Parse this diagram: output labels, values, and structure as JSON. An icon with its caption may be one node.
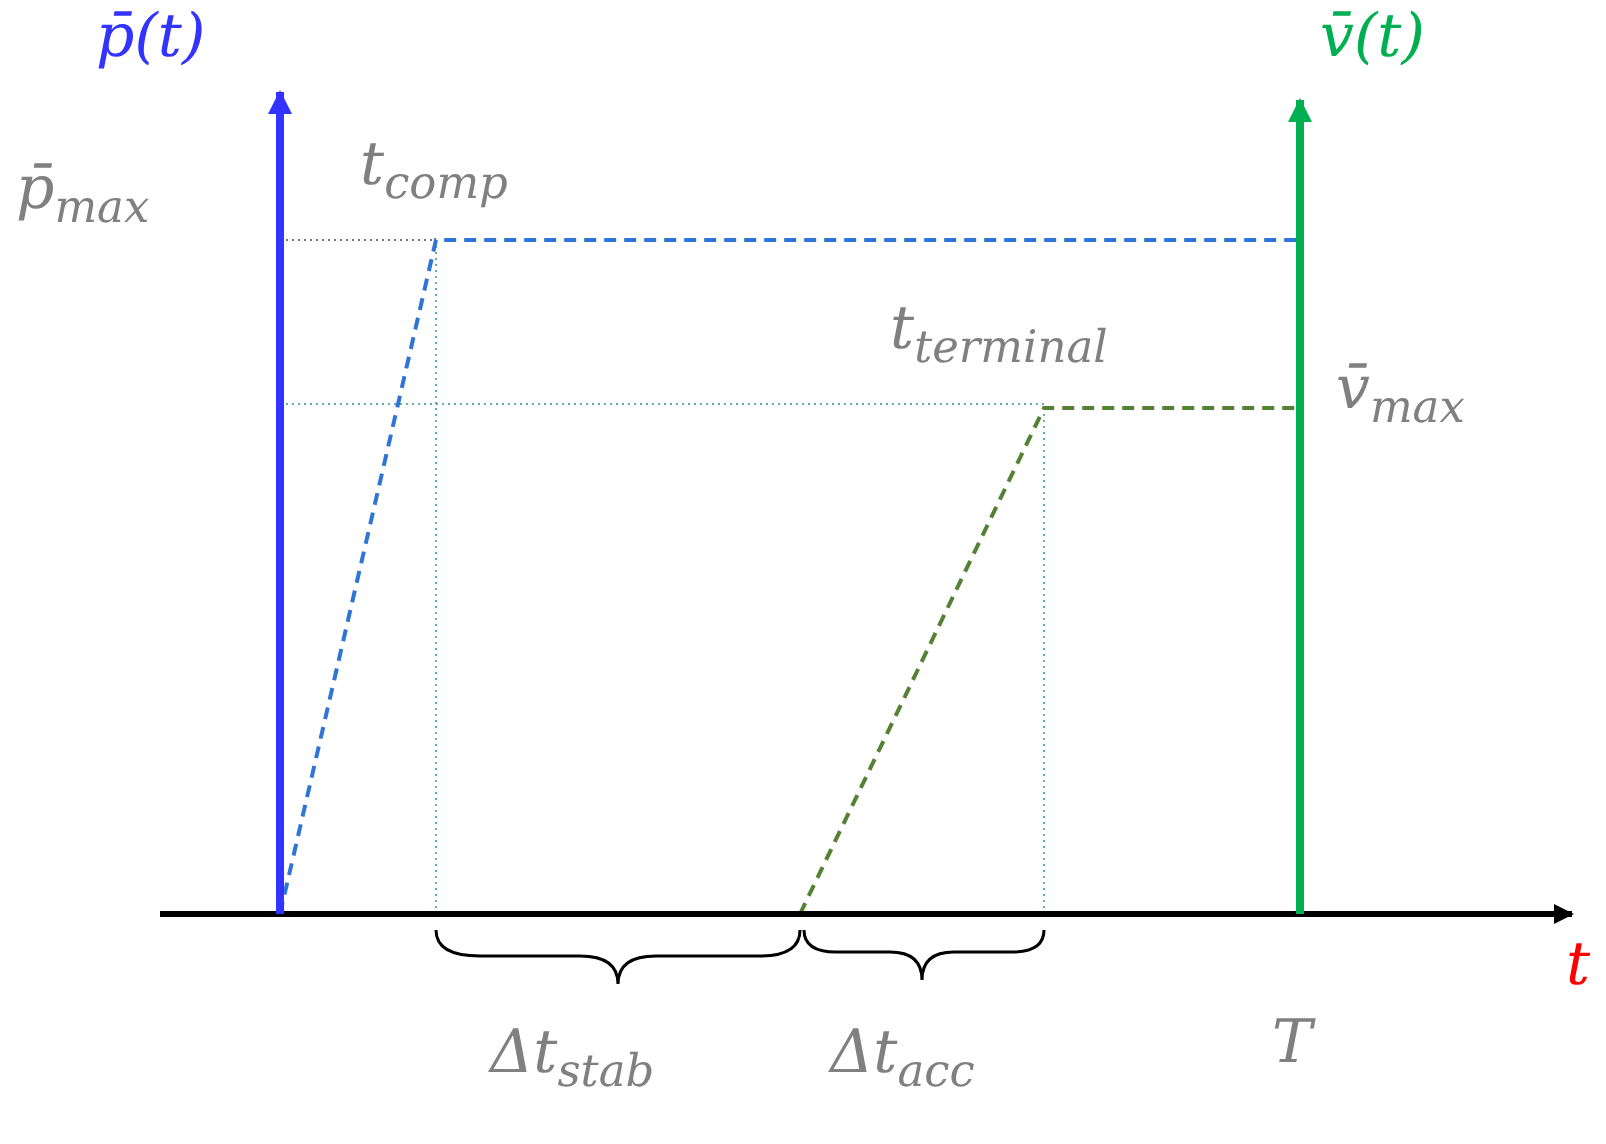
{
  "diagram": {
    "labels": [
      "p̄(t)",
      "v̄(t)",
      "p̄$_{max}$",
      "t$_{comp}$",
      "t$_{terminal}$",
      "v̄$_{max}$",
      "t",
      "T",
      "Δt$_{stab}$",
      "Δt$_{acc}$"
    ]
  }
}
